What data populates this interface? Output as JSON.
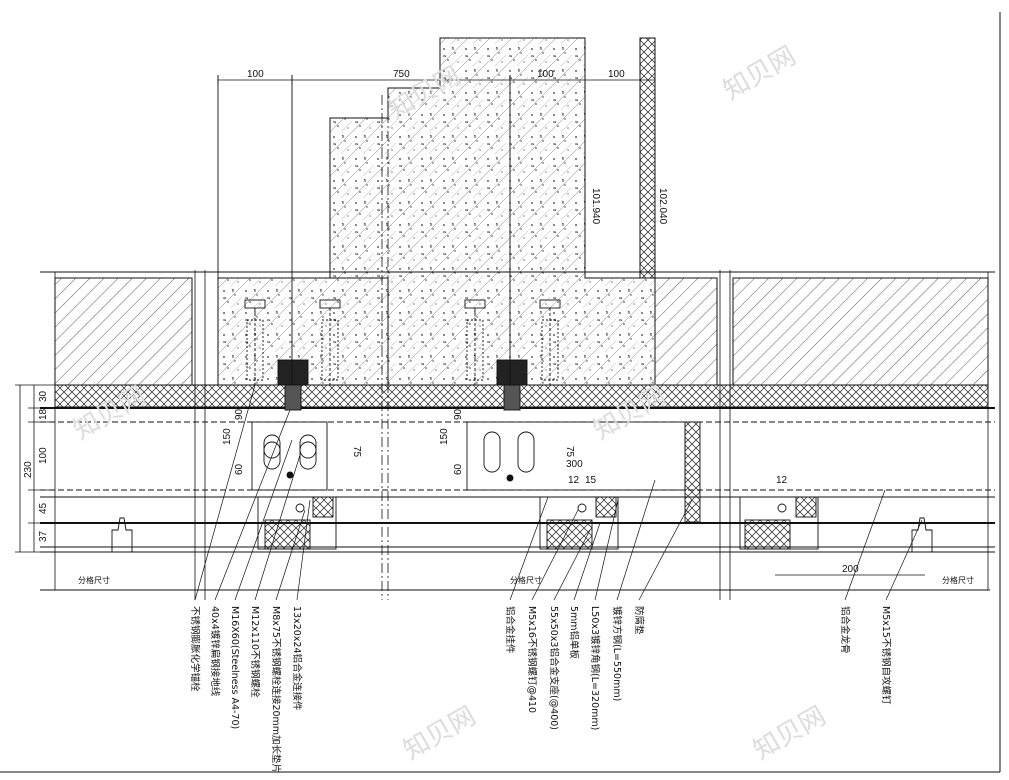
{
  "watermark": "知贝网",
  "dimensions_top": [
    "100",
    "750",
    "100",
    "100"
  ],
  "elevations": [
    "101.940",
    "102.040"
  ],
  "dims_left_vertical": [
    "30",
    "18",
    "230",
    "100",
    "45",
    "37"
  ],
  "dims_left_node": [
    "90",
    "150",
    "60"
  ],
  "dims_mid_node": [
    "90",
    "150",
    "60"
  ],
  "dims_misc": {
    "d75a": "75",
    "d75b": "75",
    "d300": "300",
    "d12a": "12",
    "d15": "15",
    "d12b": "12",
    "d200": "200"
  },
  "grid_labels": [
    "分格尺寸",
    "分格尺寸",
    "分格尺寸"
  ],
  "callouts": [
    "不锈钢膨胀化学锚栓",
    "40x4镀锌扁钢接地线",
    "M16X60(Steelness A4-70)",
    "M12x110不锈钢螺栓",
    "M8x75不锈钢螺栓连接20mm加长垫片",
    "13x20x24铝合金连接件",
    "铝合金挂件",
    "M5x16不锈钢螺钉@410",
    "55x50x3铝合金支座(@400)",
    "5mm铝单板",
    "L50x3镀锌角钢(L=320mm)",
    "镀锌方钢(L=550mm)",
    "防腐垫",
    "铝合金龙骨",
    "M5x15不锈钢自攻螺钉"
  ],
  "colors": {
    "line": "#111111",
    "hatch": "#333333",
    "watermark": "#dcdcdc"
  }
}
